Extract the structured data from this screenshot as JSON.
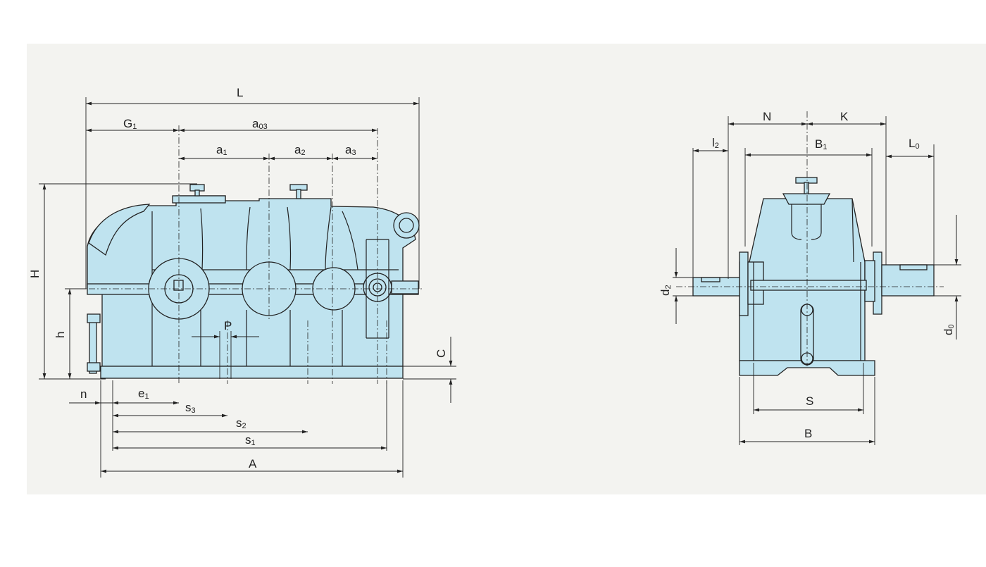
{
  "colors": {
    "paper": "#f3f3f0",
    "housing": "#bfe3ef",
    "ink": "#222222"
  },
  "front_view": {
    "L": "L",
    "G1": "G",
    "G1_sub": "1",
    "a03": "a",
    "a03_sub": "03",
    "a1": "a",
    "a1_sub": "1",
    "a2": "a",
    "a2_sub": "2",
    "a3": "a",
    "a3_sub": "3",
    "H": "H",
    "h": "h",
    "P": "P",
    "C": "C",
    "n": "n",
    "e1": "e",
    "e1_sub": "1",
    "s3": "s",
    "s3_sub": "3",
    "s2": "s",
    "s2_sub": "2",
    "s1": "s",
    "s1_sub": "1",
    "A": "A"
  },
  "side_view": {
    "N": "N",
    "K": "K",
    "l2": "l",
    "l2_sub": "2",
    "B1": "B",
    "B1_sub": "1",
    "L0": "L",
    "L0_sub": "0",
    "d2": "d",
    "d2_sub": "2",
    "d0": "d",
    "d0_sub": "0",
    "S": "S",
    "B": "B"
  }
}
